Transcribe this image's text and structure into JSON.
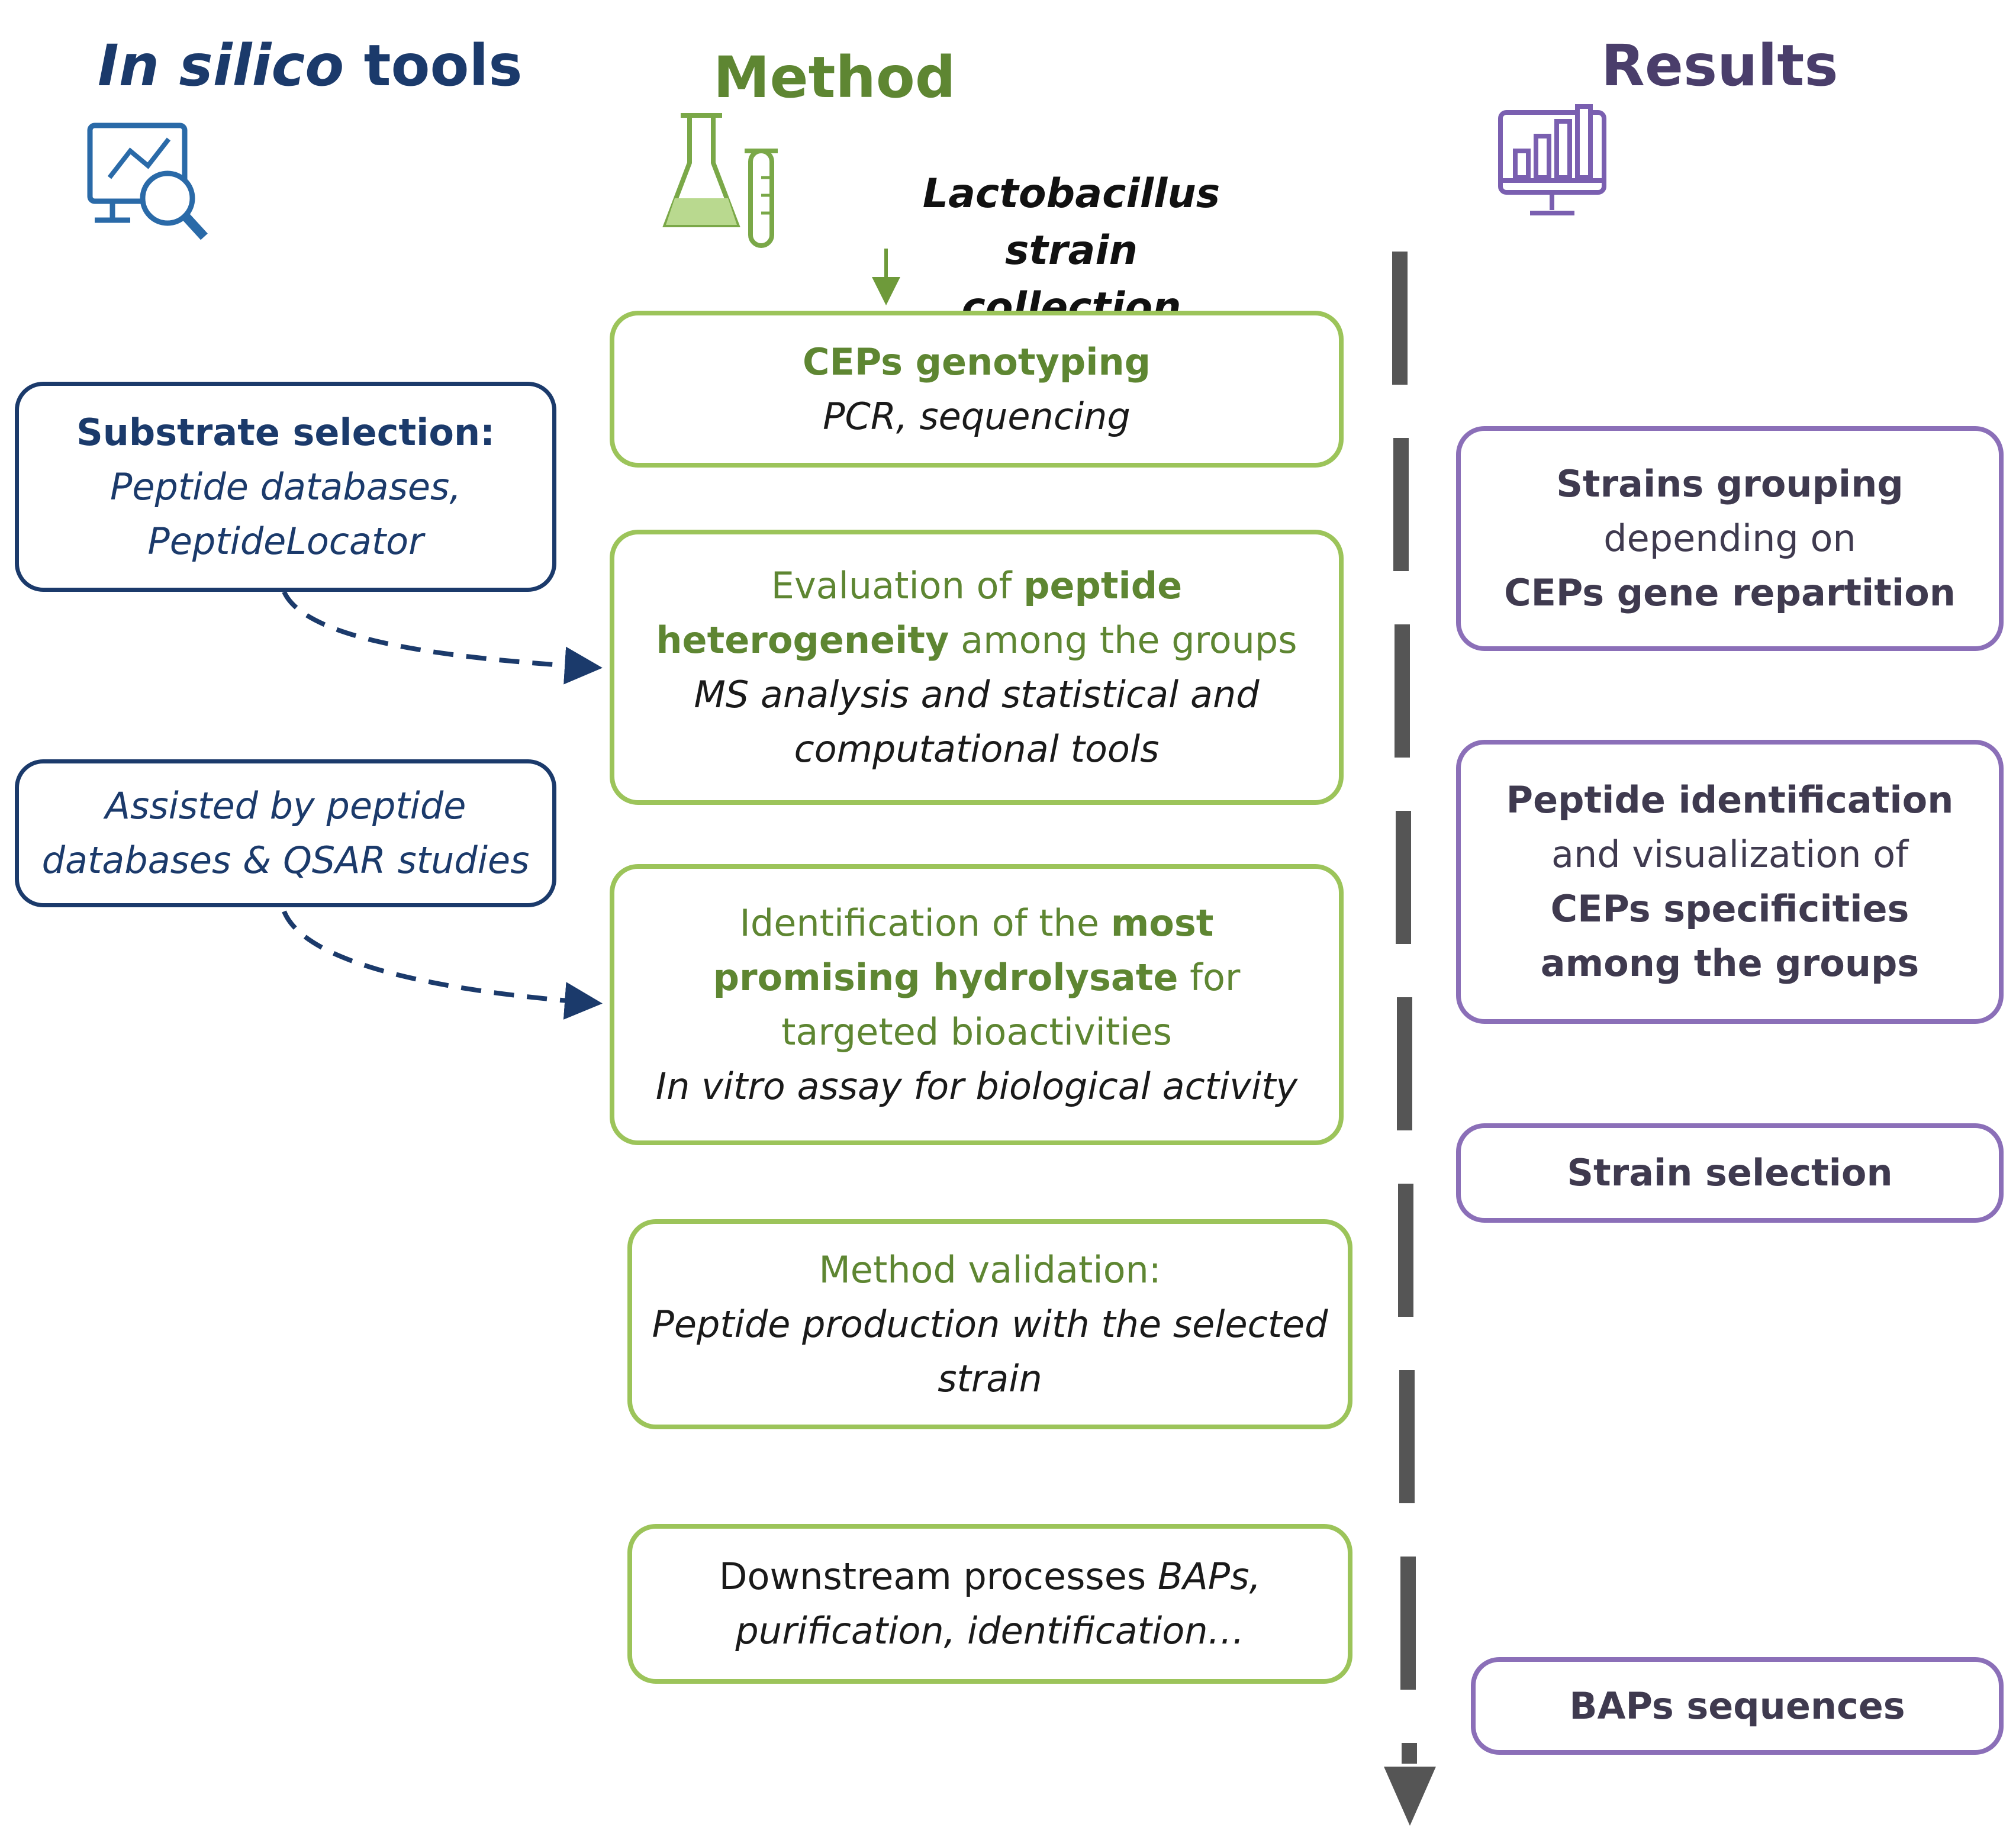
{
  "headers": {
    "tools_italic": "In silico",
    "tools_rest": " tools",
    "method": "Method",
    "results": "Results"
  },
  "icons": {
    "tools": "chart-magnifier-icon",
    "method": "flask-test-tube-icon",
    "results": "monitor-bar-chart-icon"
  },
  "input": {
    "line1": "Lactobacillus",
    "line2": "strain collection"
  },
  "tools_boxes": {
    "substrate": {
      "title": "Substrate selection:",
      "line2": "Peptide databases,",
      "line3": "PeptideLocator"
    },
    "assisted": {
      "line1": "Assisted by peptide",
      "line2": "databases & QSAR studies"
    }
  },
  "method_boxes": {
    "genotyping": {
      "title": "CEPs genotyping",
      "sub": "PCR, sequencing"
    },
    "evaluation": {
      "l1_plain": "Evaluation of ",
      "l1_bold": "peptide",
      "l2_bold": "heterogeneity",
      "l2_plain": " among the groups",
      "l3": "MS analysis and statistical and",
      "l4": "computational tools"
    },
    "identification": {
      "l1_plain": "Identification of the ",
      "l1_bold": "most",
      "l2_bold": "promising  hydrolysate",
      "l2_plain": " for",
      "l3": "targeted bioactivities",
      "l4": "In vitro assay for biological activity"
    },
    "validation": {
      "l1": "Method validation:",
      "l2": "Peptide production with the selected",
      "l3": "strain"
    },
    "downstream": {
      "l1_plain": "Downstream processes ",
      "l1_italic": "BAPs,",
      "l2": "purification, identification…"
    }
  },
  "results_boxes": {
    "grouping": {
      "l1": "Strains grouping",
      "l2": "depending on",
      "l3": "CEPs gene repartition"
    },
    "peptide_id": {
      "l1": "Peptide identification",
      "l2": "and visualization of",
      "l3": "CEPs specificities",
      "l4": "among the groups"
    },
    "strain_selection": "Strain selection",
    "baps": "BAPs sequences"
  },
  "colors": {
    "tools": "#1b3a6b",
    "method": "#5e8632",
    "method_border": "#9cc45a",
    "results_border": "#8b6fb8",
    "timeline": "#555555"
  }
}
